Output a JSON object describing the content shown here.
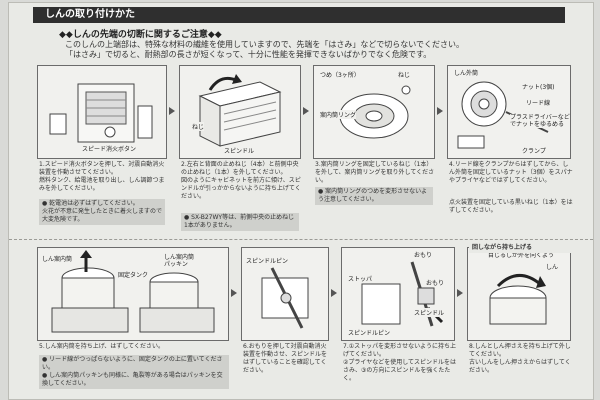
{
  "header": {
    "title": "しんの取り付けかた"
  },
  "notice": {
    "heading": "◆◆しんの先端の切断に関するご注意◆◆",
    "lines": [
      "このしんの上端部は、特殊な材料の繊維を使用していますので、先端を「はさみ」などで切らないでください。",
      "「はさみ」で切ると、耐熱部の長さが短くなって、十分に性能を発揮できないばかりでなく危険です。"
    ]
  },
  "panels": [
    {
      "labels": [
        "スピード消火ボタン"
      ]
    },
    {
      "labels": [
        "ねじ",
        "スピンドル"
      ]
    },
    {
      "labels": [
        "つめ（3ヶ所）",
        "ねじ",
        "案内筒リング"
      ]
    },
    {
      "labels": [
        "しん外筒",
        "ナット(3個)",
        "リード線",
        "クランプ",
        "プラスドライバーなど\nでナットをゆるめる"
      ]
    },
    {
      "labels": [
        "しん案内筒",
        "しん案内筒\nパッキン",
        "固定タンク"
      ]
    },
    {
      "labels": [
        "スピンドルピン"
      ]
    },
    {
      "labels": [
        "おもり",
        "ストッパ",
        "スピンドルピン",
        "スピンドル",
        "おもり"
      ]
    },
    {
      "labels": [
        "目じるしが外を向くよう",
        "しん"
      ]
    }
  ],
  "steps": [
    {
      "text": "1.スピード消火ボタンを押して、対震自動消火装置を作動させてください。\n燃料タンク、給電池を取り出し、しん調節つまみを外してください。"
    },
    {
      "text": "2.左右と背面の止めねじ（4本）と前側中央の止めねじ（1本）を外してください。\n図のようにキャビネットを前方に傾け、スピンドルが引っかからないように持ち上げてください。"
    },
    {
      "text": "3.案内筒リングを固定しているねじ（1本）を外して、案内筒リングを取り外してください。"
    },
    {
      "text": "4.リード線をクランプからはずしてから、しん外筒を固定しているナット（3個）をスパナやプライヤなどではずしてください。"
    },
    {
      "text": "5.しん案内筒を持ち上げ、はずしてください。"
    },
    {
      "text": "6.おもりを押して対震自動消火装置を作動させ、スピンドルをはずしていることを確認してください。"
    },
    {
      "text": "7.①ストッパを変形させないように持ち上げてください。\n②プライヤなどを使用してスピンドルをはさみ、③の方向にスピンドルを強くたたく。"
    },
    {
      "text": "8.しんとしん押さえを持ち上げて外してください。\n古いしんをしん押さえからはずしてください。"
    }
  ],
  "notes": {
    "n1": "● 乾電池は必ずはずしてください。\n火花が不意に発生したときに着火しますので大変危険です。",
    "n2": "● SX-B27WY等は、前側中央の止めねじ1本がありません。",
    "n3": "● 案内筒リングのつめを変形させないよう注意してください。",
    "n4": "点火装置を固定している黒いねじ（1本）をはずしてください。",
    "n5": "● リード線がつっぱらないように、固定タンクの上に置いてください。\n● しん案内筒パッキンも同様に、亀裂等がある場合はパッキンを交換してください。"
  },
  "highlight": {
    "text": "回しながら持ち上げる"
  }
}
